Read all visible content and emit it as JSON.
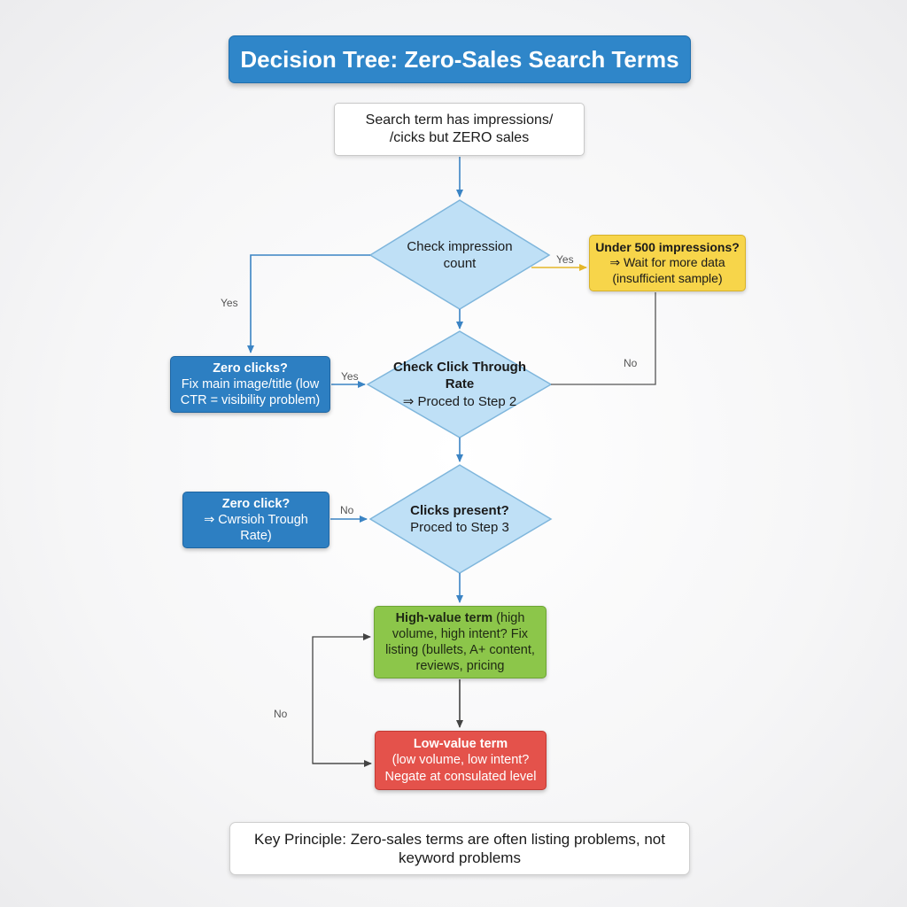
{
  "title": "Decision Tree: Zero-Sales Search Terms",
  "start": {
    "line1": "Search term has impressions/",
    "line2": "/cicks but ZERO sales"
  },
  "diamond1": {
    "line1": "Check impression",
    "line2": "count"
  },
  "yellow": {
    "line1": "Under 500 impressions?",
    "line2": "⇒ Wait for more data",
    "line3": "(insufficient sample)"
  },
  "diamond2": {
    "line1": "Check Click Through Rate",
    "line2": "⇒ Proced to Step 2"
  },
  "blue1": {
    "line1": "Zero clicks?",
    "line2": "Fix main image/title (low",
    "line3": "CTR = visibility problem)"
  },
  "diamond3": {
    "line1": "Clicks present?",
    "line2": "Proced to Step 3"
  },
  "blue2": {
    "line1": "Zero click?",
    "line2": "⇒ Cwrsioh Trough",
    "line3": "Rate)"
  },
  "green": {
    "bold": "High-value term",
    "rest1": " (high",
    "line2": "volume, high intent? Fix",
    "line3": "listing (bullets, A+ content,",
    "line4": "reviews, pricing"
  },
  "red": {
    "line1": "Low-value term",
    "line2": "(low volume, low intent?",
    "line3": "Negate at consulated level"
  },
  "labels": {
    "yes_right": "Yes",
    "yes_left": "Yes",
    "no_right": "No",
    "yes_blue1": "Yes",
    "no_blue2": "No",
    "no_loop": "No"
  },
  "principle": {
    "line1": "Key Principle: Zero-sales terms are often listing problems, not",
    "line2": "keyword problems"
  },
  "colors": {
    "title_bg": "#2f86c9",
    "diamond_fill": "#bfe0f6",
    "diamond_stroke": "#7fb6dc",
    "yellow": "#f7d54a",
    "blue_box": "#2d7fc2",
    "green_box": "#8cc64a",
    "red_box": "#e4524b",
    "connector": "#3b84c4"
  }
}
